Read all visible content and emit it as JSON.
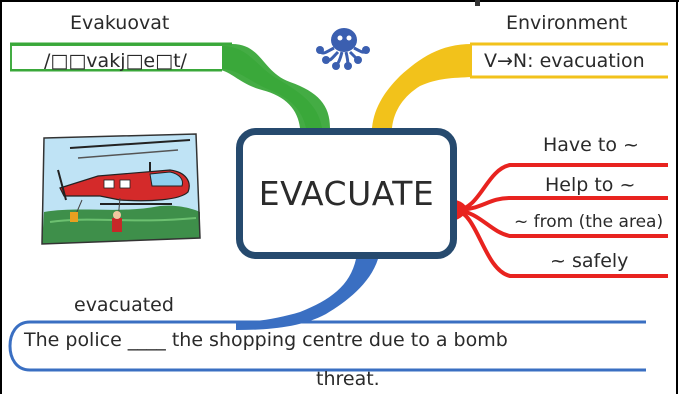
{
  "center": {
    "word": "EVACUATE"
  },
  "branches": {
    "translation": "Evakuovat",
    "pronunciation": "/□□vakj□e□t/",
    "environment": "Environment",
    "word_form": "V→N: evacuation",
    "collocations": [
      "Have to ~",
      "Help to ~",
      "~ from (the area)",
      "~ safely"
    ],
    "past_form": "evacuated"
  },
  "example": {
    "line1": "The police ____ the shopping centre due to a bomb",
    "line2": "threat."
  },
  "colors": {
    "green": "#3aa83a",
    "yellow": "#f2c21b",
    "red": "#e8231f",
    "blue": "#3a6fc2",
    "box_border": "#264a6e",
    "octopus": "#3b5fb0"
  },
  "icons": [
    "octopus-logo-icon",
    "helicopter-rescue-image"
  ]
}
